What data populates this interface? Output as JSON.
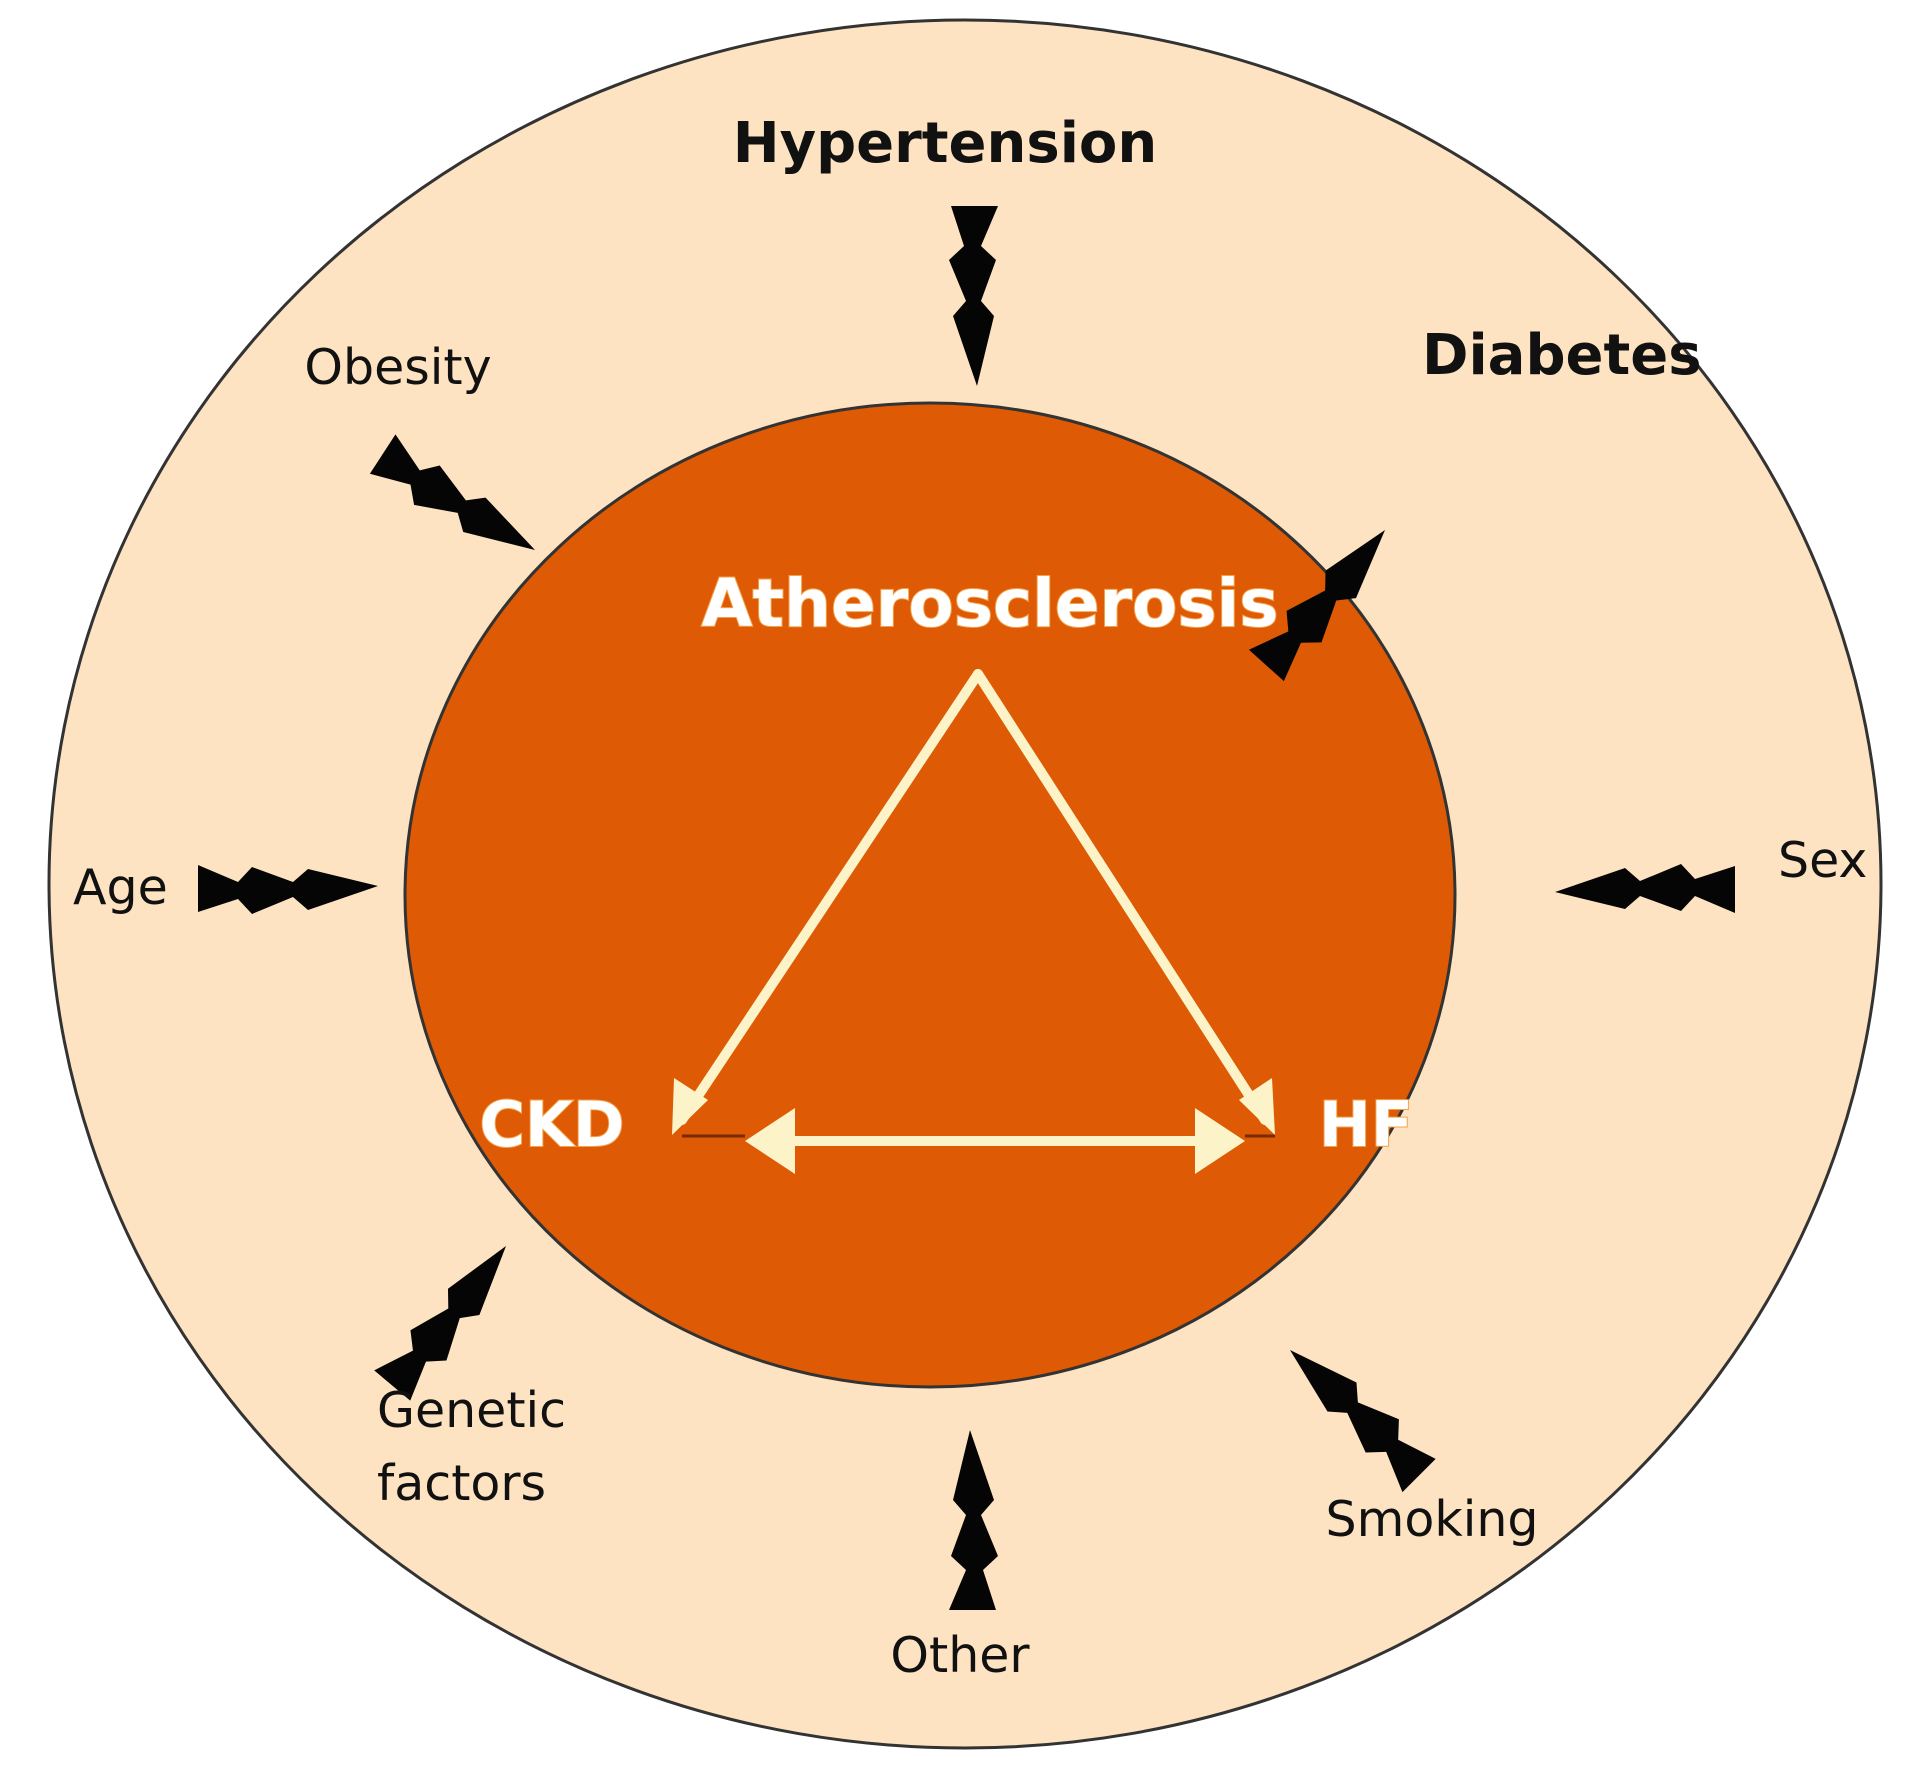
{
  "colors": {
    "outer_circle": "#fde3c1",
    "inner_circle": "#de5a04",
    "arrows": "#fdf3c9",
    "bolts": "#050505",
    "outline": "#333333"
  },
  "core": {
    "title": "Atherosclerosis",
    "left_node": "CKD",
    "right_node": "HF"
  },
  "risk_factors": {
    "hypertension": "Hypertension",
    "diabetes": "Diabetes",
    "obesity": "Obesity",
    "age": "Age",
    "sex": "Sex",
    "genetic_line1": "Genetic",
    "genetic_line2": "factors",
    "smoking": "Smoking",
    "other": "Other"
  },
  "icons": {
    "bolt": "lightning-bolt-icon",
    "arrow": "arrow-head-icon"
  }
}
